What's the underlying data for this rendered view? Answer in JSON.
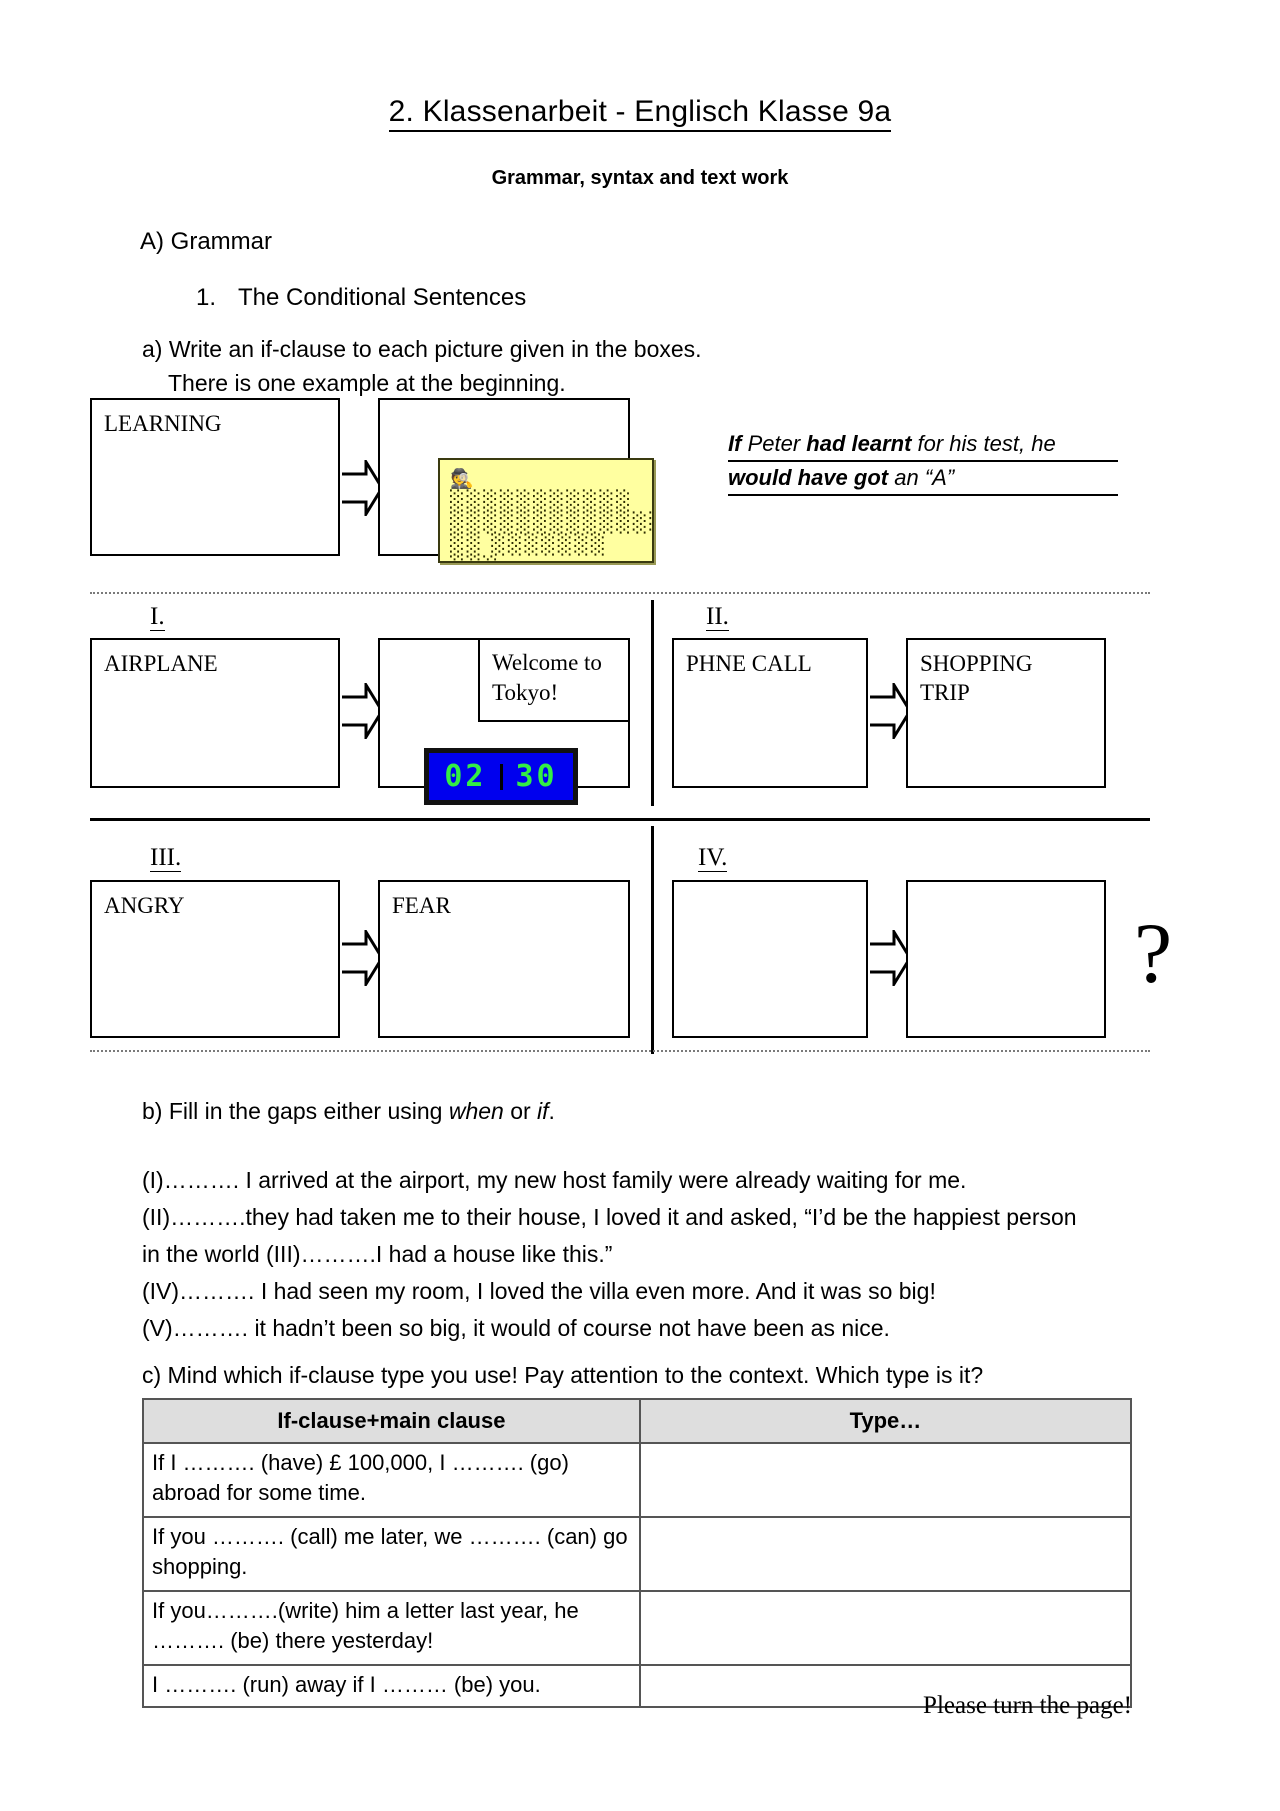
{
  "document": {
    "title": "2. Klassenarbeit  -  Englisch Klasse 9a",
    "subtitle": "Grammar, syntax and text work",
    "footer": "Please turn the page!"
  },
  "section_a": {
    "heading": "A) Grammar",
    "item_number": "1.",
    "item_label": "The Conditional Sentences",
    "task_a_line1": "a) Write an if-clause to each picture given in the boxes.",
    "task_a_line2": "There is one example at the beginning."
  },
  "example": {
    "left_box_label": "LEARNING",
    "sticky_note_text": "░░░░░░░░░░░ ░░░░░░░░░░░░░ ░░  ░░░░░░░  ░░░ ░░░░░░░░░░░░",
    "answer_line1_pre": "If",
    "answer_line1_mid1": " Peter ",
    "answer_line1_bold1": "had learnt",
    "answer_line1_mid2": " for his test, he",
    "answer_line2_bold": "would have got",
    "answer_line2_rest": " an “A”"
  },
  "tasks": [
    {
      "numeral": "I.",
      "box1_label": "AIRPLANE",
      "box2_label": "",
      "welcome_text_line1": "Welcome to",
      "welcome_text_line2": "Tokyo!",
      "clock_hours": "02",
      "clock_minutes": "30"
    },
    {
      "numeral": "II.",
      "box1_label": "PHNE CALL",
      "box2_label_line1": "SHOPPING",
      "box2_label_line2": "TRIP"
    },
    {
      "numeral": "III.",
      "box1_label": "ANGRY",
      "box2_label": "FEAR"
    },
    {
      "numeral": "IV.",
      "box1_label": "",
      "box2_label": "",
      "question_mark": "?"
    }
  ],
  "task_b": {
    "heading_pre": "b) Fill in the gaps either using ",
    "heading_em1": "when",
    "heading_mid": " or ",
    "heading_em2": "if",
    "heading_post": ".",
    "lines": [
      "(I)………. I arrived at the airport, my new host family were already waiting for me.",
      "(II)……….they had taken me to their house, I loved it and asked, “I’d be the happiest person in the world (III)……….I had a house like this.”",
      "(IV)………. I had seen my room, I loved the villa even more. And it was so big!",
      "(V)………. it hadn’t been so big, it would of course not have been as nice."
    ]
  },
  "task_c": {
    "heading": "c) Mind which if-clause type you use! Pay attention to the context. Which type is it?",
    "table": {
      "headers": [
        "If-clause+main clause",
        "Type…"
      ],
      "rows": [
        {
          "clause": "If I ………. (have) £ 100,000, I ………. (go) abroad for some time.",
          "type": ""
        },
        {
          "clause": "If you ………. (call) me later, we ………. (can) go shopping.",
          "type": ""
        },
        {
          "clause": "If you……….(write) him a letter last year, he ………. (be) there yesterday!",
          "type": ""
        },
        {
          "clause": "I ………. (run) away if I ……… (be) you.",
          "type": ""
        }
      ]
    }
  }
}
